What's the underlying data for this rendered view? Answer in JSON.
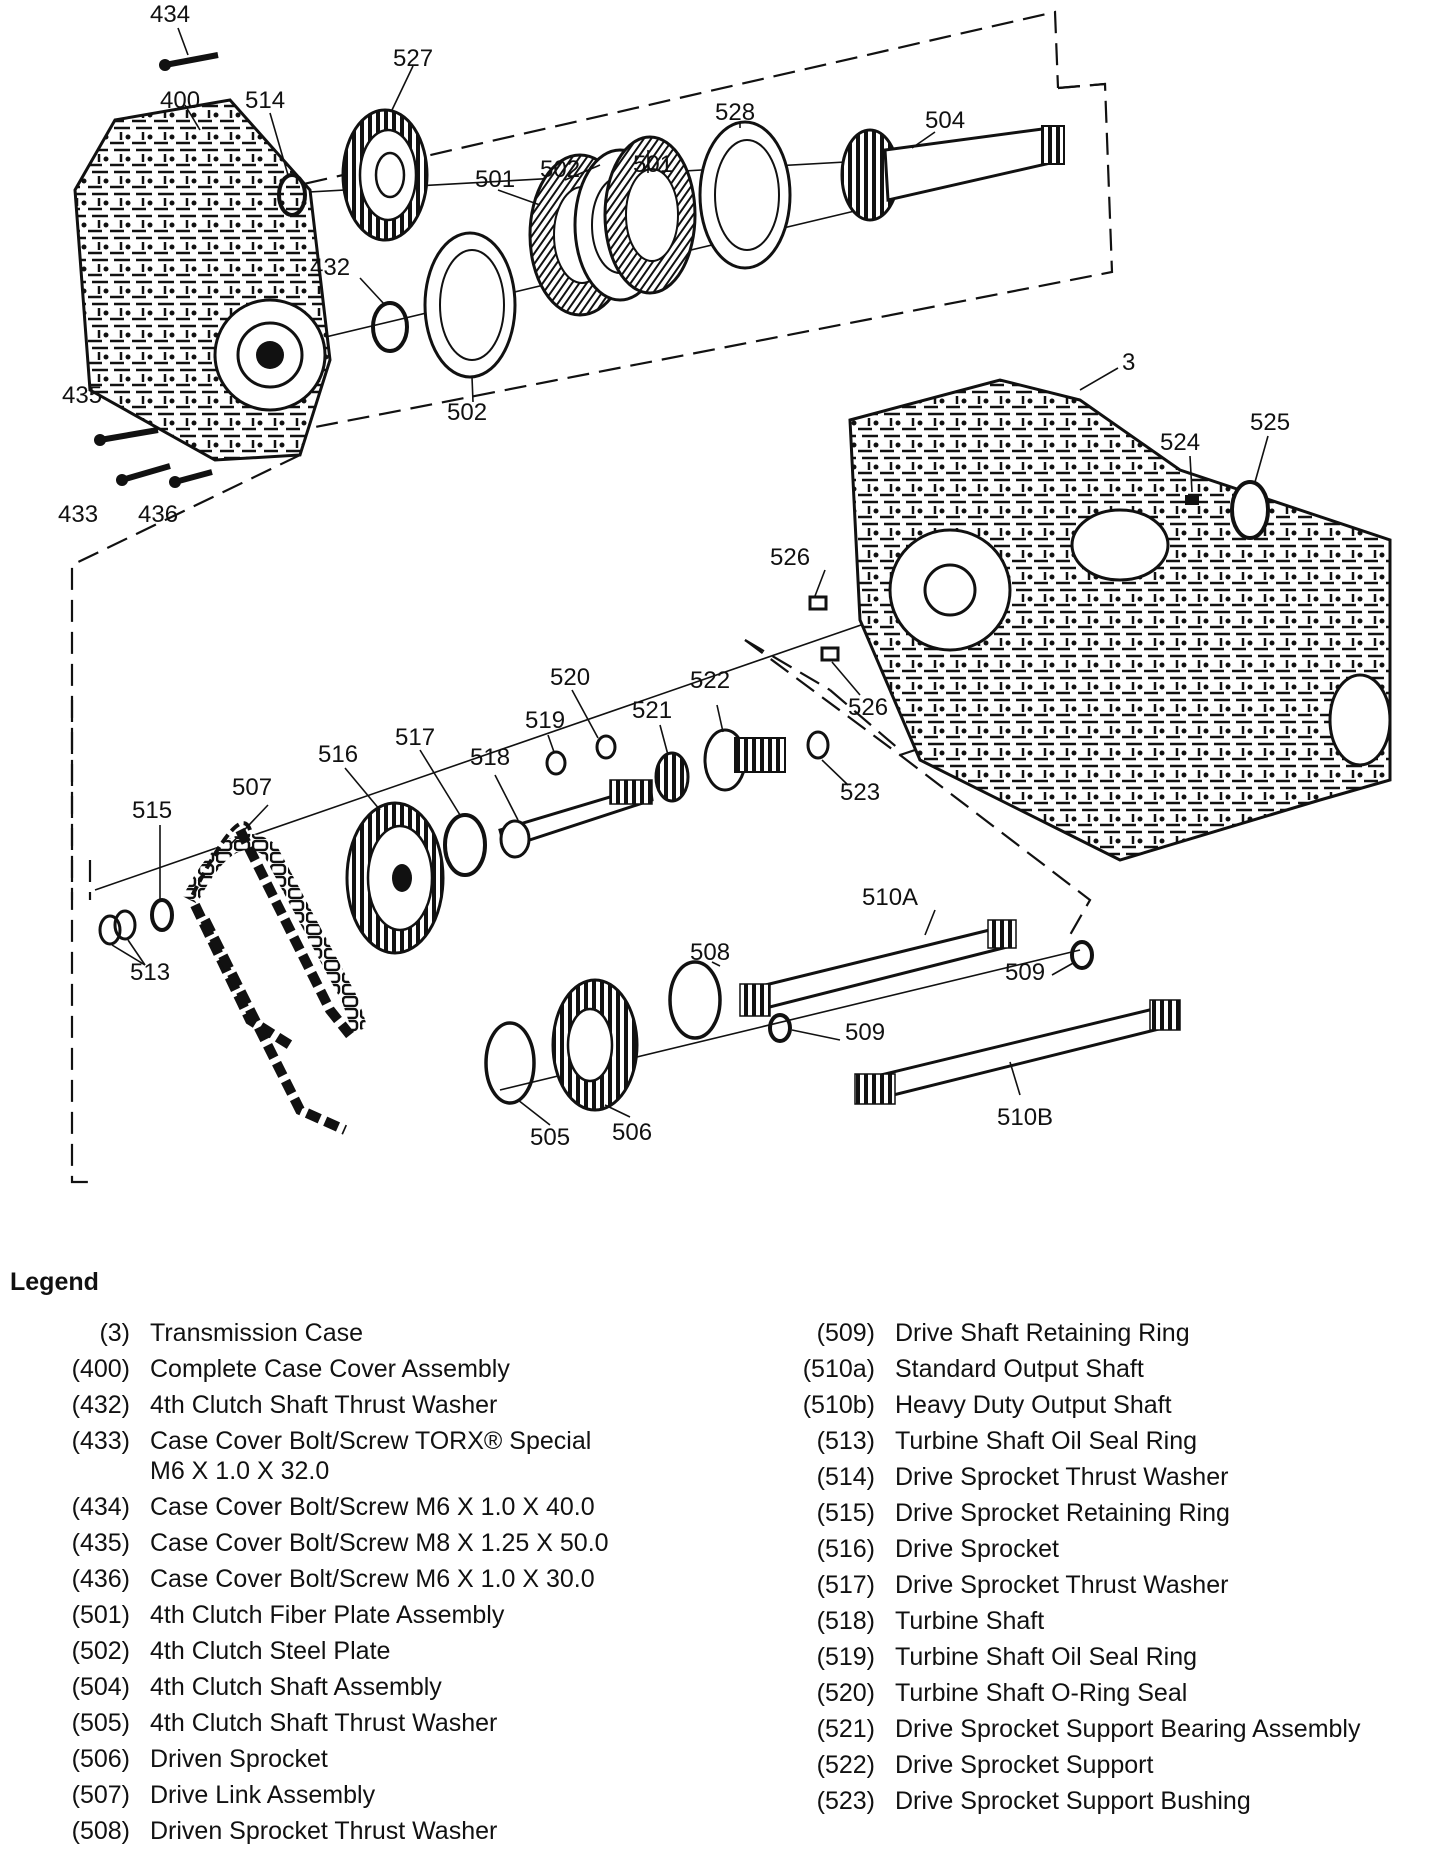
{
  "callouts": [
    "434",
    "400",
    "514",
    "527",
    "528",
    "504",
    "501",
    "502",
    "501",
    "432",
    "502",
    "3",
    "435",
    "433",
    "436",
    "524",
    "525",
    "526",
    "526",
    "520",
    "522",
    "519",
    "521",
    "516",
    "517",
    "518",
    "523",
    "507",
    "515",
    "513",
    "510A",
    "508",
    "509",
    "509",
    "505",
    "506",
    "510B"
  ],
  "legend": {
    "title": "Legend",
    "left": [
      {
        "code": "(3)",
        "desc": "Transmission Case"
      },
      {
        "code": "(400)",
        "desc": "Complete Case Cover Assembly"
      },
      {
        "code": "(432)",
        "desc": "4th Clutch Shaft Thrust Washer"
      },
      {
        "code": "(433)",
        "desc": "Case Cover Bolt/Screw TORX® Special",
        "desc2": "M6 X 1.0 X 32.0"
      },
      {
        "code": "(434)",
        "desc": "Case Cover Bolt/Screw M6 X 1.0 X 40.0"
      },
      {
        "code": "(435)",
        "desc": "Case Cover Bolt/Screw M8 X 1.25 X 50.0"
      },
      {
        "code": "(436)",
        "desc": "Case Cover Bolt/Screw M6 X 1.0 X 30.0"
      },
      {
        "code": "(501)",
        "desc": "4th Clutch Fiber Plate Assembly"
      },
      {
        "code": "(502)",
        "desc": "4th Clutch Steel Plate"
      },
      {
        "code": "(504)",
        "desc": "4th Clutch Shaft Assembly"
      },
      {
        "code": "(505)",
        "desc": "4th Clutch Shaft Thrust Washer"
      },
      {
        "code": "(506)",
        "desc": "Driven Sprocket"
      },
      {
        "code": "(507)",
        "desc": "Drive Link Assembly"
      },
      {
        "code": "(508)",
        "desc": "Driven Sprocket Thrust Washer"
      }
    ],
    "right": [
      {
        "code": "(509)",
        "desc": "Drive Shaft Retaining Ring"
      },
      {
        "code": "(510a)",
        "desc": "Standard Output Shaft"
      },
      {
        "code": "(510b)",
        "desc": "Heavy Duty Output Shaft"
      },
      {
        "code": "(513)",
        "desc": "Turbine Shaft Oil Seal Ring"
      },
      {
        "code": "(514)",
        "desc": "Drive Sprocket Thrust Washer"
      },
      {
        "code": "(515)",
        "desc": "Drive Sprocket Retaining Ring"
      },
      {
        "code": "(516)",
        "desc": "Drive Sprocket"
      },
      {
        "code": "(517)",
        "desc": "Drive Sprocket Thrust Washer"
      },
      {
        "code": "(518)",
        "desc": "Turbine Shaft"
      },
      {
        "code": "(519)",
        "desc": "Turbine Shaft Oil Seal Ring"
      },
      {
        "code": "(520)",
        "desc": "Turbine Shaft O-Ring Seal"
      },
      {
        "code": "(521)",
        "desc": "Drive Sprocket Support Bearing Assembly"
      },
      {
        "code": "(522)",
        "desc": "Drive Sprocket Support"
      },
      {
        "code": "(523)",
        "desc": "Drive Sprocket Support Bushing"
      }
    ]
  }
}
